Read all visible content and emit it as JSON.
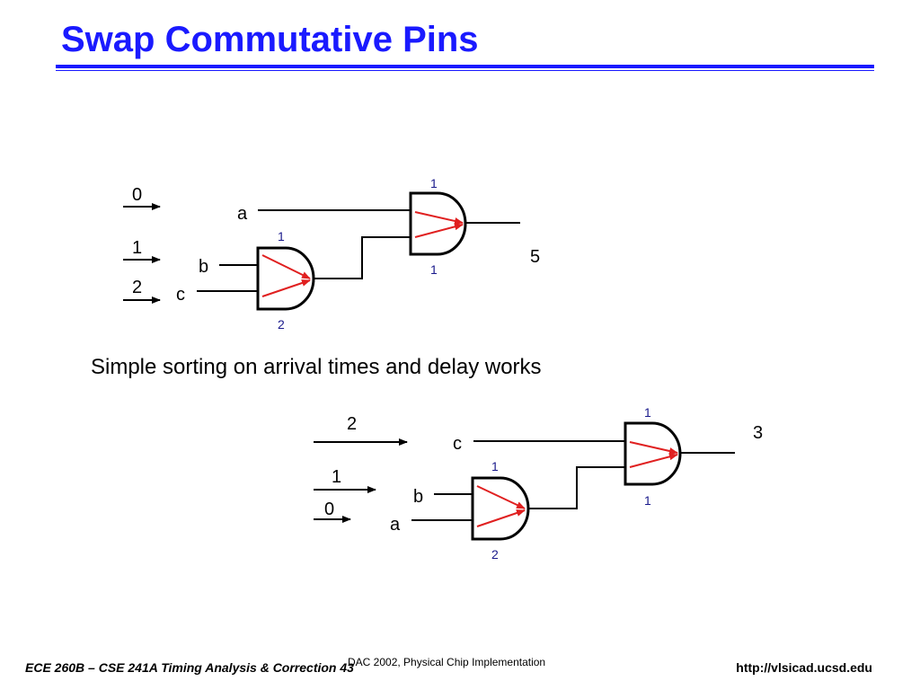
{
  "slide": {
    "title": "Swap Commutative Pins",
    "caption": "Simple sorting on arrival times and delay works"
  },
  "diagram_top": {
    "arrivals": [
      "0",
      "1",
      "2"
    ],
    "inputs": [
      "a",
      "b",
      "c"
    ],
    "gate_and2_outer": {
      "top_delay": "1",
      "bottom_delay": "1"
    },
    "gate_and2_inner": {
      "top_delay": "1",
      "bottom_delay": "2"
    },
    "output_arrival": "5"
  },
  "diagram_bottom": {
    "arrivals": [
      "2",
      "1",
      "0"
    ],
    "inputs": [
      "c",
      "b",
      "a"
    ],
    "gate_and2_outer": {
      "top_delay": "1",
      "bottom_delay": "1"
    },
    "gate_and2_inner": {
      "top_delay": "1",
      "bottom_delay": "2"
    },
    "output_arrival": "3"
  },
  "footer": {
    "course": "ECE 260B – CSE 241A Timing Analysis & Correction 43",
    "center": "DAC 2002, Physical Chip Implementation",
    "url": "http://vlsicad.ucsd.edu"
  },
  "colors": {
    "title": "#1a1aff",
    "delay_arc": "#e02020",
    "delay_label": "#1a1a8c"
  }
}
